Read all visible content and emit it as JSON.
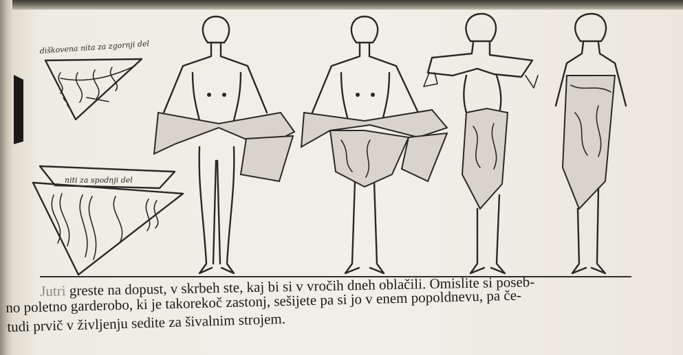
{
  "illustration": {
    "pattern_top_label": "diškovena nita za zgornji del",
    "pattern_bottom_label": "niti za spodnji del"
  },
  "caption": {
    "line1_lead": "Jutri",
    "line1_rest": " greste na dopust, v skrbeh ste, kaj bi si v vročih dneh oblačili. Omislite si poseb-",
    "line2": "no poletno garderobo, ki je takorekoč zastonj, sešijete pa si jo v enem popoldnevu, pa če-",
    "line3": "tudi prvič v življenju sedite za šivalnim strojem."
  }
}
